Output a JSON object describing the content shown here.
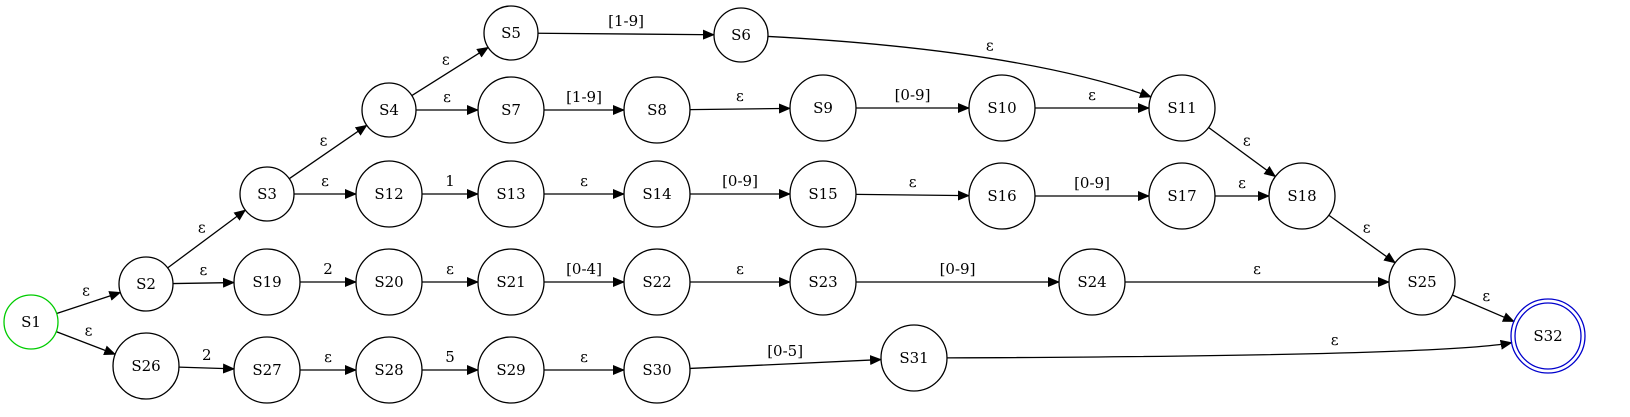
{
  "diagram": {
    "colors": {
      "start": "#00cc00",
      "accept": "#0000cc",
      "normal": "#000000"
    },
    "nodes": [
      {
        "id": "S1",
        "label": "S1",
        "kind": "start"
      },
      {
        "id": "S2",
        "label": "S2"
      },
      {
        "id": "S3",
        "label": "S3"
      },
      {
        "id": "S4",
        "label": "S4"
      },
      {
        "id": "S5",
        "label": "S5"
      },
      {
        "id": "S6",
        "label": "S6"
      },
      {
        "id": "S7",
        "label": "S7"
      },
      {
        "id": "S8",
        "label": "S8"
      },
      {
        "id": "S9",
        "label": "S9"
      },
      {
        "id": "S10",
        "label": "S10"
      },
      {
        "id": "S11",
        "label": "S11"
      },
      {
        "id": "S12",
        "label": "S12"
      },
      {
        "id": "S13",
        "label": "S13"
      },
      {
        "id": "S14",
        "label": "S14"
      },
      {
        "id": "S15",
        "label": "S15"
      },
      {
        "id": "S16",
        "label": "S16"
      },
      {
        "id": "S17",
        "label": "S17"
      },
      {
        "id": "S18",
        "label": "S18"
      },
      {
        "id": "S19",
        "label": "S19"
      },
      {
        "id": "S20",
        "label": "S20"
      },
      {
        "id": "S21",
        "label": "S21"
      },
      {
        "id": "S22",
        "label": "S22"
      },
      {
        "id": "S23",
        "label": "S23"
      },
      {
        "id": "S24",
        "label": "S24"
      },
      {
        "id": "S25",
        "label": "S25"
      },
      {
        "id": "S26",
        "label": "S26"
      },
      {
        "id": "S27",
        "label": "S27"
      },
      {
        "id": "S28",
        "label": "S28"
      },
      {
        "id": "S29",
        "label": "S29"
      },
      {
        "id": "S30",
        "label": "S30"
      },
      {
        "id": "S31",
        "label": "S31"
      },
      {
        "id": "S32",
        "label": "S32",
        "kind": "accept"
      }
    ],
    "edges": [
      {
        "from": "S1",
        "to": "S2",
        "label": "ε"
      },
      {
        "from": "S1",
        "to": "S26",
        "label": "ε"
      },
      {
        "from": "S2",
        "to": "S3",
        "label": "ε"
      },
      {
        "from": "S2",
        "to": "S19",
        "label": "ε"
      },
      {
        "from": "S3",
        "to": "S4",
        "label": "ε"
      },
      {
        "from": "S3",
        "to": "S12",
        "label": "ε"
      },
      {
        "from": "S4",
        "to": "S5",
        "label": "ε"
      },
      {
        "from": "S4",
        "to": "S7",
        "label": "ε"
      },
      {
        "from": "S5",
        "to": "S6",
        "label": "[1-9]"
      },
      {
        "from": "S6",
        "to": "S11",
        "label": "ε"
      },
      {
        "from": "S7",
        "to": "S8",
        "label": "[1-9]"
      },
      {
        "from": "S8",
        "to": "S9",
        "label": "ε"
      },
      {
        "from": "S9",
        "to": "S10",
        "label": "[0-9]"
      },
      {
        "from": "S10",
        "to": "S11",
        "label": "ε"
      },
      {
        "from": "S11",
        "to": "S18",
        "label": "ε"
      },
      {
        "from": "S12",
        "to": "S13",
        "label": "1"
      },
      {
        "from": "S13",
        "to": "S14",
        "label": "ε"
      },
      {
        "from": "S14",
        "to": "S15",
        "label": "[0-9]"
      },
      {
        "from": "S15",
        "to": "S16",
        "label": "ε"
      },
      {
        "from": "S16",
        "to": "S17",
        "label": "[0-9]"
      },
      {
        "from": "S17",
        "to": "S18",
        "label": "ε"
      },
      {
        "from": "S18",
        "to": "S25",
        "label": "ε"
      },
      {
        "from": "S19",
        "to": "S20",
        "label": "2"
      },
      {
        "from": "S20",
        "to": "S21",
        "label": "ε"
      },
      {
        "from": "S21",
        "to": "S22",
        "label": "[0-4]"
      },
      {
        "from": "S22",
        "to": "S23",
        "label": "ε"
      },
      {
        "from": "S23",
        "to": "S24",
        "label": "[0-9]"
      },
      {
        "from": "S24",
        "to": "S25",
        "label": "ε"
      },
      {
        "from": "S25",
        "to": "S32",
        "label": "ε"
      },
      {
        "from": "S26",
        "to": "S27",
        "label": "2"
      },
      {
        "from": "S27",
        "to": "S28",
        "label": "ε"
      },
      {
        "from": "S28",
        "to": "S29",
        "label": "5"
      },
      {
        "from": "S29",
        "to": "S30",
        "label": "ε"
      },
      {
        "from": "S30",
        "to": "S31",
        "label": "[0-5]"
      },
      {
        "from": "S31",
        "to": "S32",
        "label": "ε"
      }
    ]
  }
}
